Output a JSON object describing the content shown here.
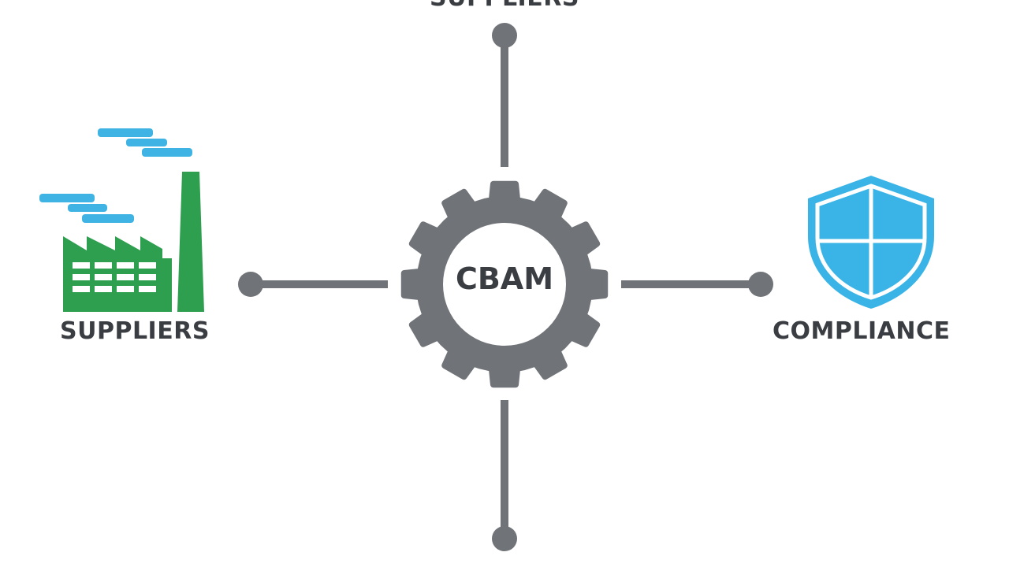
{
  "hub": {
    "label": "CBAM"
  },
  "nodes": {
    "top": {
      "label": "SUPPLIERS"
    },
    "left": {
      "label": "SUPPLIERS",
      "icon": "factory-icon"
    },
    "right": {
      "label": "COMPLIANCE",
      "icon": "shield-icon"
    },
    "bottom": {
      "label": ""
    }
  },
  "colors": {
    "connector": "#707378",
    "gear": "#707378",
    "factory": "#2e9e4f",
    "smoke": "#3fb3e3",
    "shield": "#3ab4e6",
    "text": "#3a3d42"
  }
}
